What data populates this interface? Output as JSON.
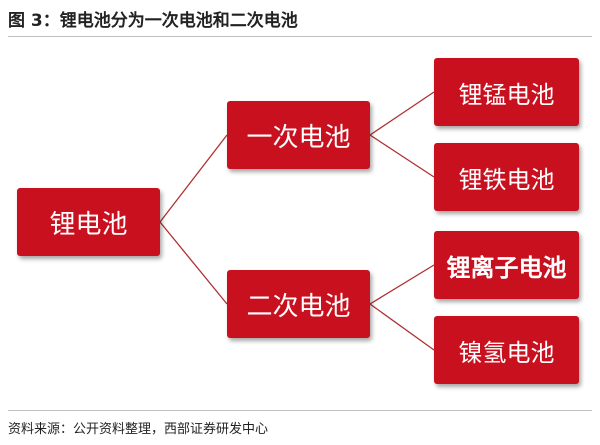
{
  "figure": {
    "title": "图 3：锂电池分为一次电池和二次电池"
  },
  "diagram": {
    "root": {
      "label": "锂电池"
    },
    "primary": {
      "label": "一次电池",
      "children": [
        "锂锰电池",
        "锂铁电池"
      ]
    },
    "secondary": {
      "label": "二次电池",
      "children": [
        "锂离子电池",
        "镍氢电池"
      ]
    }
  },
  "colors": {
    "node_fill": "#c8101f",
    "connector": "#b03030"
  },
  "source": {
    "text": "资料来源：公开资料整理，西部证券研发中心"
  }
}
